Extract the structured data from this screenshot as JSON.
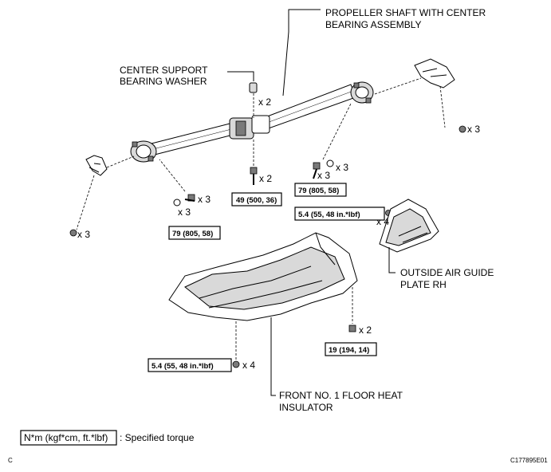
{
  "labels": {
    "propeller_line1": "PROPELLER SHAFT WITH CENTER",
    "propeller_line2": "BEARING ASSEMBLY",
    "washer_line1": "CENTER SUPPORT",
    "washer_line2": "BEARING WASHER",
    "air_guide_line1": "OUTSIDE AIR GUIDE",
    "air_guide_line2": "PLATE RH",
    "insulator_line1": "FRONT NO. 1 FLOOR HEAT",
    "insulator_line2": "INSULATOR"
  },
  "quantities": {
    "washer": "x 2",
    "center_bolt": "x 2",
    "right_nut": "x 3",
    "rear_bolts": "x 3",
    "rear_washers": "x 3",
    "front_bolts": "x 3",
    "front_washers": "x 3",
    "left_nut": "x 3",
    "guide_nut": "x 4",
    "insulator_bolt": "x 2",
    "insulator_nut": "x 4"
  },
  "torques": {
    "center": "49 (500, 36)",
    "rear": "79 (805, 58)",
    "front": "79 (805, 58)",
    "guide": "5.4 (55, 48 in.*lbf)",
    "insulator_right": "19 (194, 14)",
    "insulator_left": "5.4 (55, 48 in.*lbf)"
  },
  "legend": {
    "unit": "N*m (kgf*cm, ft.*lbf)",
    "description": ": Specified torque"
  },
  "footer": {
    "left_code": "C",
    "figure_id": "C177895E01"
  }
}
